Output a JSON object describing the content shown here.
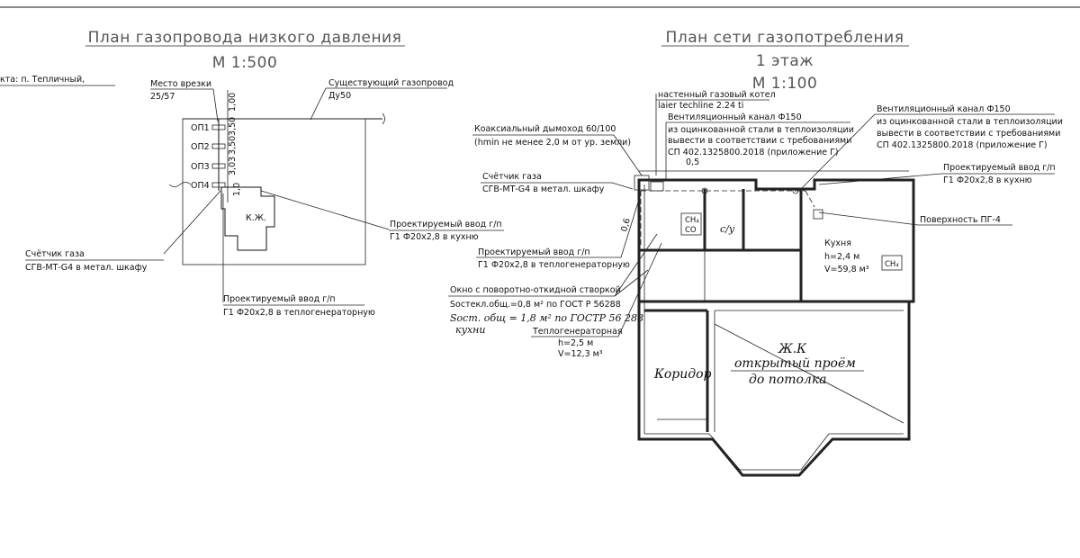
{
  "left_plan": {
    "title": "План газопровода низкого давления",
    "scale": "М 1:500",
    "object_fragment": "кта: п. Тепличный,",
    "tap_point_label": "Место врезки",
    "tap_point_value": "25/57",
    "existing_pipe_label": "Существующий газопровод",
    "existing_pipe_value": "Ду50",
    "supports": [
      "ОП1",
      "ОП2",
      "ОП3",
      "ОП4"
    ],
    "dims": [
      "1,00",
      "3,50",
      "3,50",
      "3,03",
      "1,0"
    ],
    "building_label": "К.Ж.",
    "meter_label": "Счётчик газа",
    "meter_value": "СГВ-МТ-G4 в метал. шкафу",
    "inlet_kitchen_label": "Проектируемый ввод г/п",
    "inlet_kitchen_value": "Г1 Ф20х2,8 в кухню",
    "inlet_boiler_label": "Проектируемый ввод г/п",
    "inlet_boiler_value": "Г1 Ф20х2,8 в теплогенераторную"
  },
  "right_plan": {
    "title": "План сети газопотребления",
    "floor": "1 этаж",
    "scale": "М 1:100",
    "boiler_label": "настенный газовый котел",
    "boiler_model": "laier techline 2.24 ti",
    "vent1_label": "Вентиляционный канал Ф150",
    "vent1_lines": [
      "из оцинкованной стали в теплоизоляции",
      "вывести в соответствии с требованиями",
      "СП 402.1325800.2018 (приложение Г)"
    ],
    "vent2_label": "Вентиляционный канал Ф150",
    "vent2_lines": [
      "из оцинкованной стали в теплоизоляции",
      "вывести в соответствии с требованиями",
      "СП 402.1325800.2018 (приложение Г)"
    ],
    "flue_label": "Коаксиальный дымоход 60/100",
    "flue_note": "(hmin не менее 2,0 м от ур. земли)",
    "meter_label": "Счётчик газа",
    "meter_value": "СГВ-МТ-G4 в метал. шкафу",
    "inlet_kitchen_label": "Проектируемый ввод г/п",
    "inlet_kitchen_value": "Г1 Ф20х2,8 в кухню",
    "surface_label": "Поверхность ПГ-4",
    "inlet_boiler_label": "Проектируемый ввод г/п",
    "inlet_boiler_value": "Г1 Ф20х2,8 в теплогенераторную",
    "window_label": "Окно с поворотно-откидной створкой",
    "window_value": "Sостекл.общ.=0,8 м² по ГОСТ Р 56288",
    "window_hand1": "Sост. общ = 1,8 м² по ГОСТР 56 288",
    "window_hand2": "кухни",
    "boiler_room_label": "Теплогенераторная",
    "boiler_room_h": "h=2,5 м",
    "boiler_room_v": "V=12,3 м³",
    "kitchen_label": "Кухня",
    "kitchen_h": "h=2,4 м",
    "kitchen_v": "V=59,8 м³",
    "dim_05": "0,5",
    "dim_06": "0,6",
    "ch4": "CH₄",
    "co": "CO",
    "wc": "с/у",
    "corridor": "Коридор",
    "hall": "Ж.К",
    "opening1": "открытый  проём",
    "opening2": "до  потолка"
  }
}
